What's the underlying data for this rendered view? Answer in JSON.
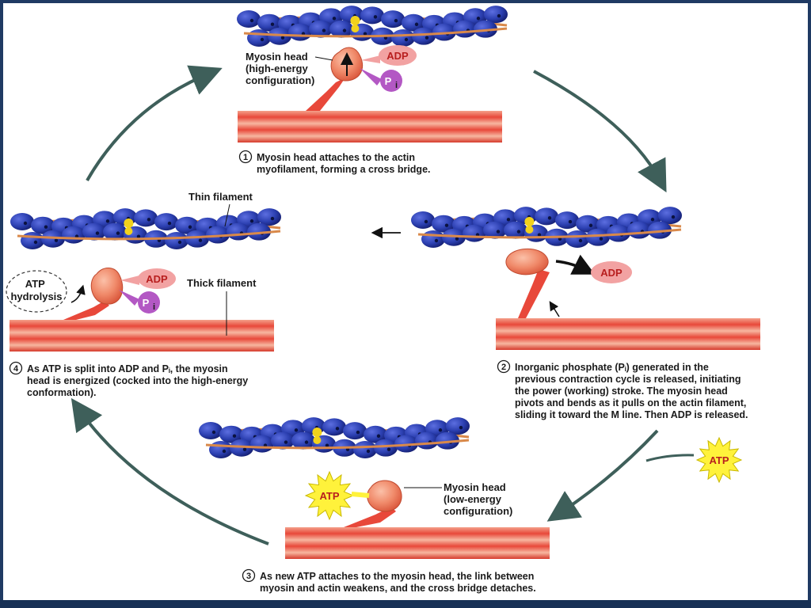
{
  "colors": {
    "frame": "#1f3a63",
    "actin": "#2b3fb0",
    "actin_dark": "#18237a",
    "tropomyosin": "#d9894a",
    "troponin": "#f2d21c",
    "thick_filament": "#e8483a",
    "myosin_head": "#f08a6a",
    "adp": "#f2a2a2",
    "pi": "#b358c4",
    "atp": "#fff23b",
    "cycle_arrow": "#3e5f5a"
  },
  "step1": {
    "number": "1",
    "caption": [
      "Myosin head attaches to the actin",
      "myofilament, forming a cross bridge."
    ],
    "head_label": [
      "Myosin head",
      "(high-energy",
      "configuration)"
    ],
    "adp": "ADP",
    "pi": "P",
    "pi_sub": "i"
  },
  "step2": {
    "number": "2",
    "caption": [
      "Inorganic phosphate (Pᵢ) generated in the",
      "previous contraction cycle is released, initiating",
      "the power (working) stroke. The myosin head",
      "pivots and bends as it pulls on the actin filament,",
      "sliding it toward the M line. Then ADP is released."
    ],
    "adp": "ADP",
    "atp_in": "ATP"
  },
  "step3": {
    "number": "3",
    "caption": [
      "As new ATP attaches to the myosin head, the link between",
      "myosin and actin weakens, and the cross bridge detaches."
    ],
    "head_label": [
      "Myosin head",
      "(low-energy",
      "configuration)"
    ],
    "atp": "ATP"
  },
  "step4": {
    "number": "4",
    "caption": [
      "As ATP is split into ADP and Pᵢ, the myosin",
      "head is energized (cocked into the high-energy",
      "conformation)."
    ],
    "hydrolysis": [
      "ATP",
      "hydrolysis"
    ],
    "thin_label": "Thin filament",
    "thick_label": "Thick filament",
    "adp": "ADP",
    "pi": "P",
    "pi_sub": "i"
  }
}
